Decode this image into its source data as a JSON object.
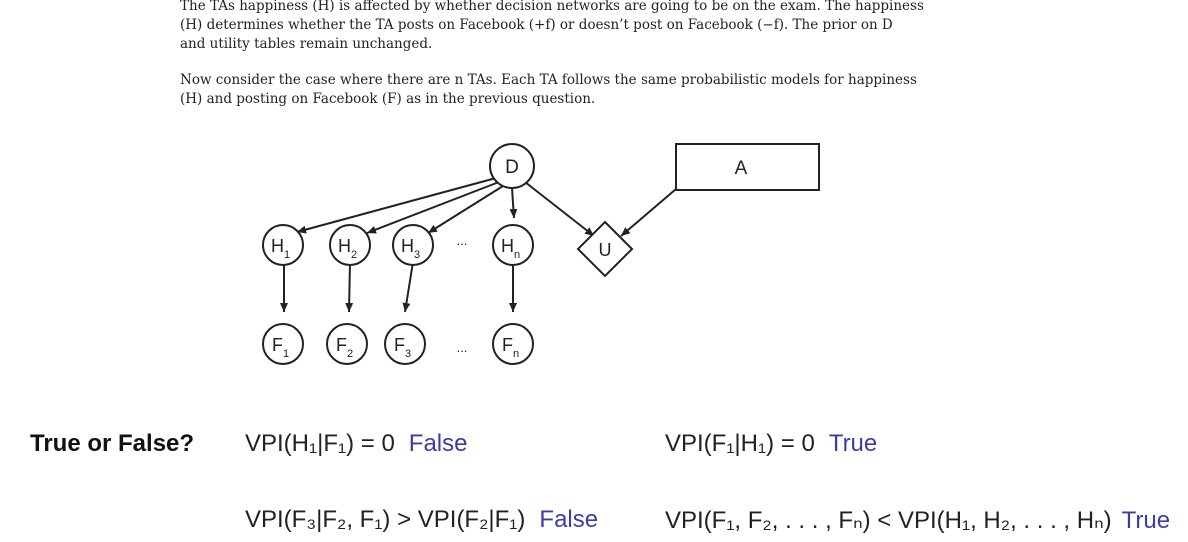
{
  "paragraph1": [
    "The TAs happiness (H) is affected by whether decision networks are going to be on the exam. The happiness",
    "(H) determines whether the TA posts on Facebook (+f) or doesn’t post on Facebook (−f). The prior on D",
    "and utility tables remain unchanged."
  ],
  "paragraph2": [
    "Now consider the case where there are n TAs. Each TA follows the same probabilistic models for happiness",
    "(H) and posting on Facebook (F) as in the previous question."
  ],
  "diagram": {
    "decision_node": "D",
    "action_box": "A",
    "utility_node": "U",
    "h_nodes": [
      {
        "base": "H",
        "sub": "1"
      },
      {
        "base": "H",
        "sub": "2"
      },
      {
        "base": "H",
        "sub": "3"
      },
      {
        "base": "H",
        "sub": "n"
      }
    ],
    "f_nodes": [
      {
        "base": "F",
        "sub": "1"
      },
      {
        "base": "F",
        "sub": "2"
      },
      {
        "base": "F",
        "sub": "3"
      },
      {
        "base": "F",
        "sub": "n"
      }
    ],
    "ellipsis": "..."
  },
  "questions": {
    "heading": "True or False?",
    "items": [
      {
        "expr": "VPI(H₁|F₁) = 0",
        "answer": "False"
      },
      {
        "expr": "VPI(F₁|H₁) = 0",
        "answer": "True"
      },
      {
        "expr": "VPI(F₃|F₂, F₁) > VPI(F₂|F₁)",
        "answer": "False"
      },
      {
        "expr": "VPI(F₁, F₂, . . . , Fₙ) < VPI(H₁, H₂, . . . , Hₙ)",
        "answer": "True"
      }
    ]
  }
}
